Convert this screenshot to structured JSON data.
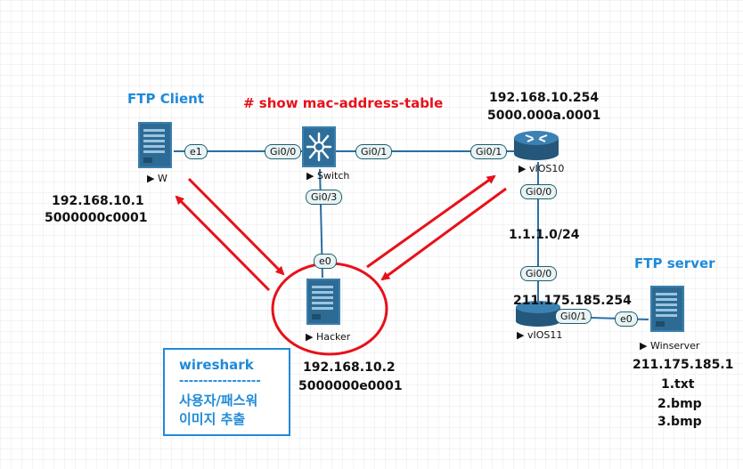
{
  "annotations": {
    "ftp_client_title": "FTP Client",
    "client_ip": "192.168.10.1",
    "client_mac": "5000000c0001",
    "switch_command": "# show mac-address-table",
    "router_ip": "192.168.10.254",
    "router_mac": "5000.000a.0001",
    "link_subnet": "1.1.1.0/24",
    "router2_ip": "211.175.185.254",
    "ftp_server_title": "FTP server",
    "server_ip": "211.175.185.1",
    "server_files": [
      "1.txt",
      "2.bmp",
      "3.bmp"
    ],
    "hacker_ip": "192.168.10.2",
    "hacker_mac": "5000000e0001"
  },
  "nodes": {
    "client": "W",
    "switch": "Switch",
    "router1": "vIOS10",
    "hacker": "Hacker",
    "router2": "vIOS11",
    "server": "Winserver"
  },
  "interfaces": {
    "client_e1": "e1",
    "switch_gi00": "Gi0/0",
    "switch_gi01": "Gi0/1",
    "switch_gi03": "Gi0/3",
    "router1_gi01": "Gi0/1",
    "router1_gi00": "Gi0/0",
    "hacker_e0": "e0",
    "router2_gi00": "Gi0/0",
    "router2_gi01": "Gi0/1",
    "server_e0": "e0"
  },
  "wireshark_box": {
    "title": "wireshark",
    "divider": "-----------------",
    "line1": "사용자/패스워",
    "line2": "이미지 추출"
  },
  "colors": {
    "annotation_blue": "#1f8ad8",
    "annotation_red": "#e8101a",
    "link_color": "#2b6ea3",
    "router_body": "#2e6e9a"
  }
}
